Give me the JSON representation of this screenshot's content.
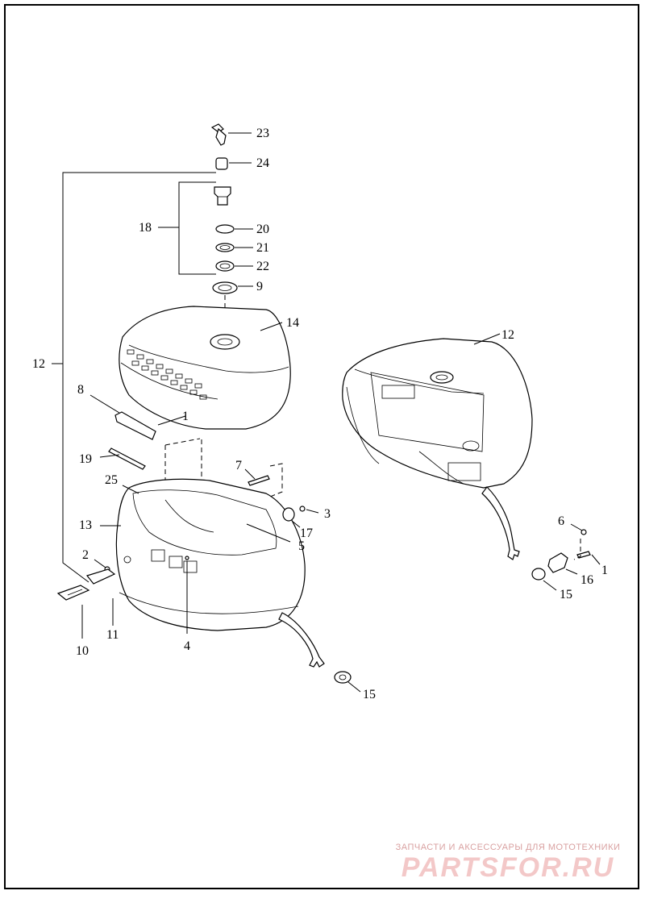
{
  "callouts": {
    "c23": "23",
    "c24": "24",
    "c18": "18",
    "c20": "20",
    "c21": "21",
    "c22": "22",
    "c9": "9",
    "c14": "14",
    "c12_left": "12",
    "c12_right": "12",
    "c8": "8",
    "c1_left": "1",
    "c19": "19",
    "c25": "25",
    "c7": "7",
    "c3": "3",
    "c17": "17",
    "c13": "13",
    "c5": "5",
    "c2": "2",
    "c4": "4",
    "c10": "10",
    "c11": "11",
    "c15_bottom": "15",
    "c6": "6",
    "c1_right": "1",
    "c16": "16",
    "c15_right": "15"
  },
  "watermark": {
    "caption": "ЗАПЧАСТИ И АКСЕССУАРЫ ДЛЯ МОТОТЕХНИКИ",
    "brand": "PARTSFOR.RU"
  },
  "colors": {
    "line": "#000000",
    "watermark_caption": "#d9a0a0",
    "watermark_brand": "#f3c8c8"
  }
}
